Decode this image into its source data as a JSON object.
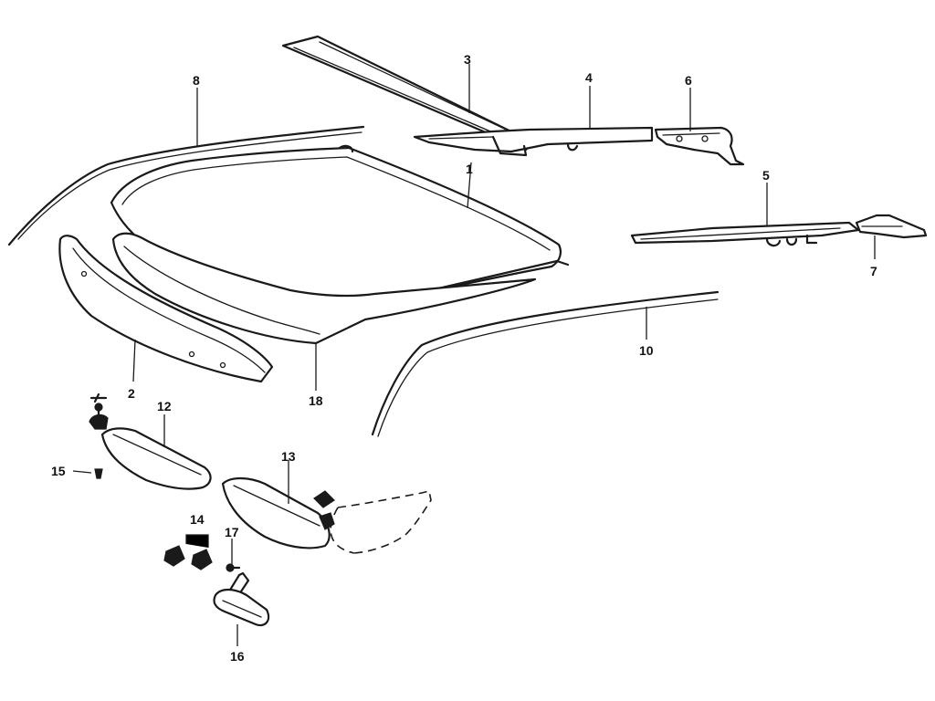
{
  "diagram": {
    "callouts": [
      {
        "id": "c1",
        "label": "1"
      },
      {
        "id": "c2",
        "label": "2"
      },
      {
        "id": "c3",
        "label": "3"
      },
      {
        "id": "c4",
        "label": "4"
      },
      {
        "id": "c5",
        "label": "5"
      },
      {
        "id": "c6",
        "label": "6"
      },
      {
        "id": "c7",
        "label": "7"
      },
      {
        "id": "c8",
        "label": "8"
      },
      {
        "id": "c10",
        "label": "10"
      },
      {
        "id": "c12",
        "label": "12"
      },
      {
        "id": "c13",
        "label": "13"
      },
      {
        "id": "c14",
        "label": "14"
      },
      {
        "id": "c15",
        "label": "15"
      },
      {
        "id": "c16",
        "label": "16"
      },
      {
        "id": "c17",
        "label": "17"
      },
      {
        "id": "c18",
        "label": "18"
      }
    ],
    "ink_color": "#1a1a1a",
    "background_color": "#ffffff"
  }
}
